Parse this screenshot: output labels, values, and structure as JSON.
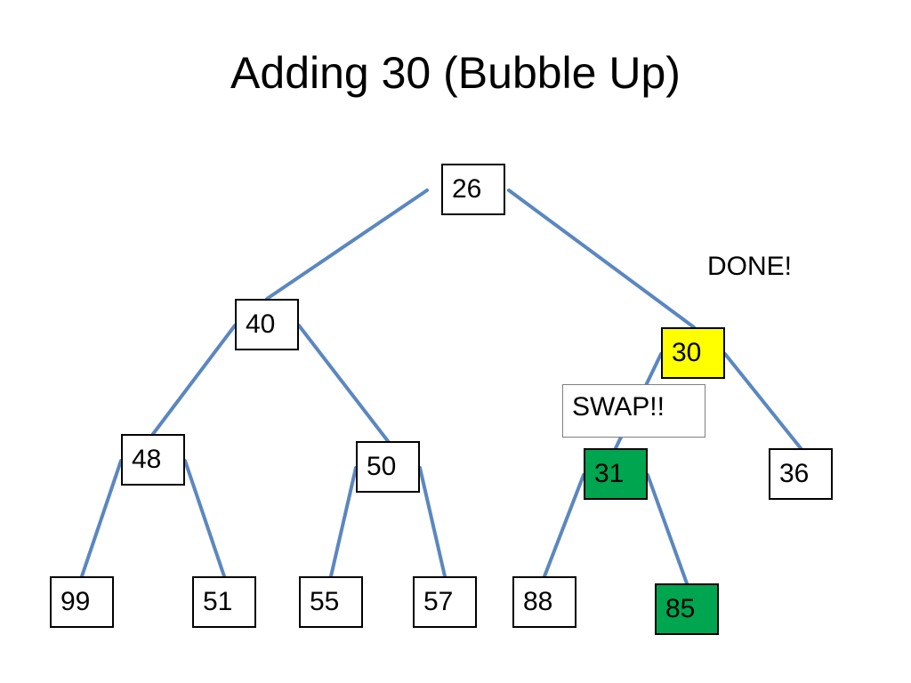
{
  "title": "Adding 30 (Bubble Up)",
  "colors": {
    "edge": "#5b87c0",
    "node_fill": "#ffffff",
    "highlight_new": "#ffff00",
    "highlight_swapped": "#00a550"
  },
  "nodes": [
    {
      "id": "n26",
      "label": "26",
      "fill": "#ffffff"
    },
    {
      "id": "n40",
      "label": "40",
      "fill": "#ffffff"
    },
    {
      "id": "n30",
      "label": "30",
      "fill": "#ffff00"
    },
    {
      "id": "n48",
      "label": "48",
      "fill": "#ffffff"
    },
    {
      "id": "n50",
      "label": "50",
      "fill": "#ffffff"
    },
    {
      "id": "n31",
      "label": "31",
      "fill": "#00a550"
    },
    {
      "id": "n36",
      "label": "36",
      "fill": "#ffffff"
    },
    {
      "id": "n99",
      "label": "99",
      "fill": "#ffffff"
    },
    {
      "id": "n51",
      "label": "51",
      "fill": "#ffffff"
    },
    {
      "id": "n55",
      "label": "55",
      "fill": "#ffffff"
    },
    {
      "id": "n57",
      "label": "57",
      "fill": "#ffffff"
    },
    {
      "id": "n88",
      "label": "88",
      "fill": "#ffffff"
    },
    {
      "id": "n85",
      "label": "85",
      "fill": "#00a550"
    }
  ],
  "edges": [
    [
      "n26",
      "n40"
    ],
    [
      "n26",
      "n30"
    ],
    [
      "n40",
      "n48"
    ],
    [
      "n40",
      "n50"
    ],
    [
      "n30",
      "n31"
    ],
    [
      "n30",
      "n36"
    ],
    [
      "n48",
      "n99"
    ],
    [
      "n48",
      "n51"
    ],
    [
      "n50",
      "n55"
    ],
    [
      "n50",
      "n57"
    ],
    [
      "n31",
      "n88"
    ],
    [
      "n31",
      "n85"
    ]
  ],
  "annotations": {
    "done": "DONE!",
    "swap": "SWAP!!"
  }
}
